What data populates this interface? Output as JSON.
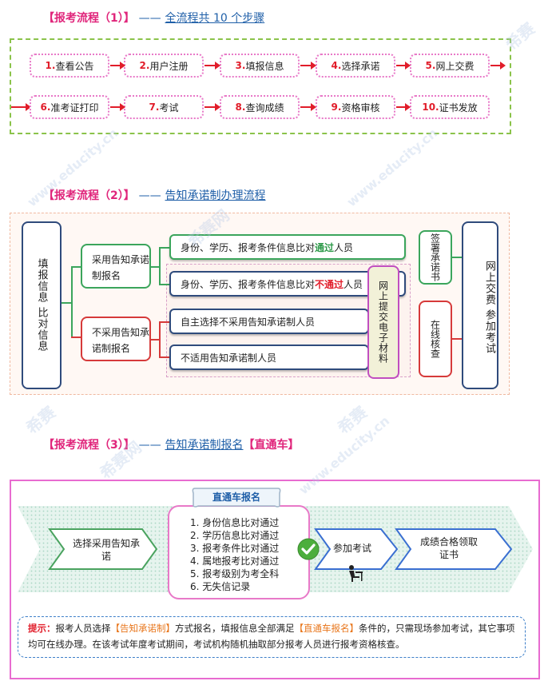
{
  "section1": {
    "header": {
      "title": "【报考流程（1）】",
      "sep": "——",
      "subtitle": "全流程共 10 个步骤"
    },
    "steps": [
      {
        "num": "1.",
        "label": "查看公告"
      },
      {
        "num": "2.",
        "label": "用户注册"
      },
      {
        "num": "3.",
        "label": "填报信息"
      },
      {
        "num": "4.",
        "label": "选择承诺"
      },
      {
        "num": "5.",
        "label": "网上交费"
      },
      {
        "num": "6.",
        "label": "准考证打印"
      },
      {
        "num": "7.",
        "label": "考试"
      },
      {
        "num": "8.",
        "label": "查询成绩"
      },
      {
        "num": "9.",
        "label": "资格审核"
      },
      {
        "num": "10.",
        "label": "证书发放"
      }
    ]
  },
  "section2": {
    "header": {
      "title": "【报考流程（2）】",
      "sep": "——",
      "subtitle": "告知承诺制办理流程"
    },
    "left": "填报信息 比对信息",
    "adopt": "采用告知承诺制报名",
    "notadopt": "不采用告知承诺制报名",
    "row1": {
      "pre": "身份、学历、报考条件信息比对",
      "key": "通过",
      "post": "人员"
    },
    "row2": {
      "pre": "身份、学历、报考条件信息比对",
      "key": "不通过",
      "post": "人员"
    },
    "row3": "自主选择不采用告知承诺制人员",
    "row4": "不适用告知承诺制人员",
    "submit": "网上提交电子材料",
    "sign": "签署承诺书",
    "verify": "在线核查",
    "final": "网上交费 参加考试"
  },
  "section3": {
    "header": {
      "title": "【报考流程（3）】",
      "sep": "——",
      "subtitle": "告知承诺制报名",
      "highlight": "【直通车】"
    },
    "ribbon": "直通车报名",
    "step1": "选择采用告知承诺",
    "conditions": [
      "1. 身份信息比对通过",
      "2. 学历信息比对通过",
      "3. 报考条件比对通过",
      "4. 属地报考比对通过",
      "5. 报考级别为考全科",
      "6. 无失信记录"
    ],
    "step2": "参加考试",
    "step3": "成绩合格领取证书",
    "tip": {
      "label": "提示：",
      "t1": "报考人员选择",
      "q1": "【告知承诺制】",
      "t2": "方式报名，填报信息全部满足",
      "q2": "【直通车报名】",
      "t3": "条件的，只需现场参加考试，其它事项均可在线办理。在该考试年度考试期间，考试机构随机抽取部分报考人员进行报考资格核查。"
    }
  },
  "watermark": {
    "brand": "希赛",
    "site": "www.educity.cn",
    "site2": "希赛网"
  },
  "colors": {
    "pink": "#e0257b",
    "blue": "#1f5fa8",
    "green": "#3ba55c",
    "red": "#d63a3a",
    "navy": "#2f4b7c"
  }
}
